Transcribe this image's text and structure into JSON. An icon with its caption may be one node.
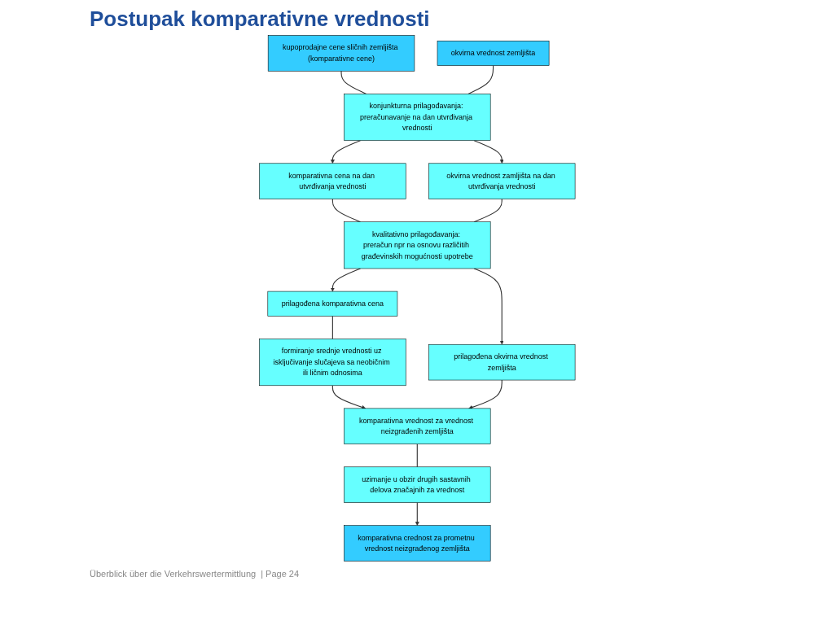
{
  "diagram": {
    "title": "Postupak komparativne vrednosti",
    "nodes": [
      {
        "text": [
          "kupoprodajne cene sličnih zemljišta (komparativne cene)"
        ]
      },
      {
        "text": [
          "okvirna vrednost zemljišta"
        ]
      },
      {
        "text": [
          "konjunkturna prilagođavanja: preračunavanje na dan utvrđivanja vrednosti"
        ]
      },
      {
        "text": [
          "komparativna cena na dan utvrđivanja vrednosti"
        ]
      },
      {
        "text": [
          "okvirna vrednost zamljišta na dan utvrđivanja vrednosti"
        ]
      },
      {
        "text": [
          "kvalitativno prilagođavanja: preračun npr na osnovu različitih građevinskih mogućnosti upotrebe"
        ]
      },
      {
        "text": [
          "prilagođena komparativna cena"
        ]
      },
      {
        "text": [
          "prilagođena okvirna vrednost zemljišta"
        ]
      },
      {
        "text": [
          "formiranje srednje vrednosti uz isključivanje slučajeva sa neobičnim ili ličnim odnosima"
        ]
      },
      {
        "text": [
          "komparativna vrednost za vrednost neizgrađenih zemljišta"
        ]
      },
      {
        "text": [
          "uzimanje u obzir drugih sastavnih delova značajnih za vrednost"
        ]
      },
      {
        "text": [
          "komparativna crednost za prometnu vrednost neizgrađenog zemljišta"
        ]
      }
    ],
    "edges": [
      {
        "from": 0,
        "to": 2,
        "arrow": "none"
      },
      {
        "from": 1,
        "to": 2,
        "arrow": "none"
      },
      {
        "from": 2,
        "to": 3,
        "arrow": "to"
      },
      {
        "from": 2,
        "to": 4,
        "arrow": "to"
      },
      {
        "from": 3,
        "to": 5,
        "arrow": "none"
      },
      {
        "from": 4,
        "to": 5,
        "arrow": "none"
      },
      {
        "from": 5,
        "to": 6,
        "arrow": "to"
      },
      {
        "from": 5,
        "to": 7,
        "arrow": "to"
      },
      {
        "from": 6,
        "to": 8,
        "arrow": "none"
      },
      {
        "from": 8,
        "to": 9,
        "arrow": "to"
      },
      {
        "from": 7,
        "to": 9,
        "arrow": "to"
      },
      {
        "from": 9,
        "to": 10,
        "arrow": "none"
      },
      {
        "from": 10,
        "to": 11,
        "arrow": "to"
      }
    ],
    "labels": [
      "Überblick über die Verkehrswertermittlung",
      "| Page 24"
    ]
  }
}
